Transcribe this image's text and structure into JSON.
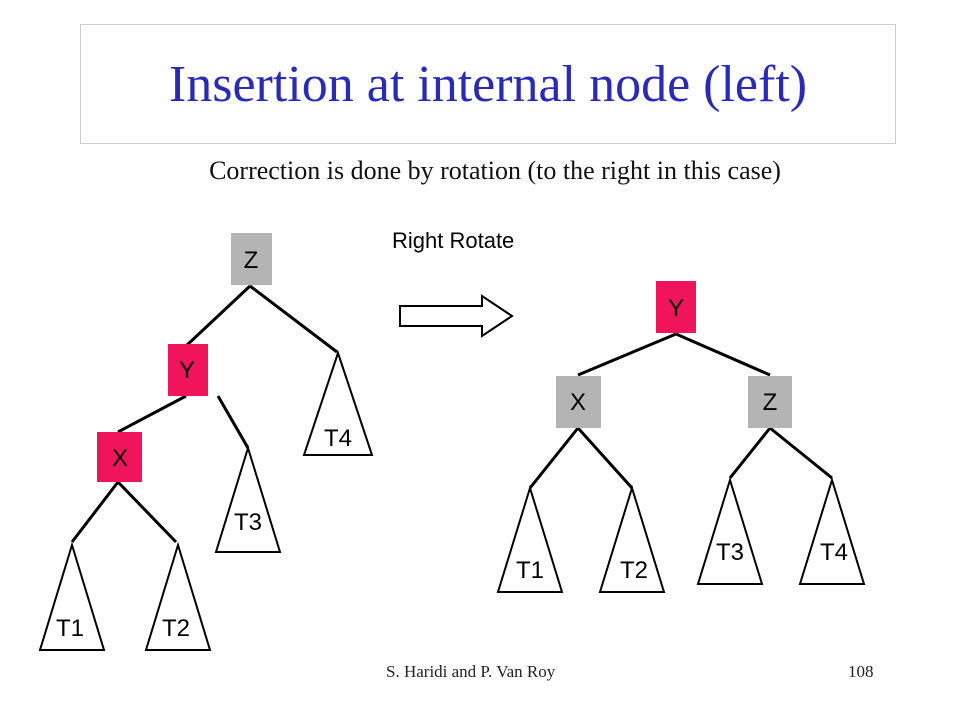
{
  "slide": {
    "title": "Insertion at internal node (left)",
    "subtitle": "Correction is done by rotation (to the right in this case)"
  },
  "operation": {
    "label": "Right Rotate"
  },
  "colors": {
    "highlight_node": "#f0145a",
    "plain_node": "#b4b4b4",
    "title": "#2a2ab8"
  },
  "before_tree": {
    "nodes": {
      "z": "Z",
      "y": "Y",
      "x": "X"
    },
    "subtrees": {
      "t1": "T1",
      "t2": "T2",
      "t3": "T3",
      "t4": "T4"
    }
  },
  "after_tree": {
    "nodes": {
      "y": "Y",
      "x": "X",
      "z": "Z"
    },
    "subtrees": {
      "t1": "T1",
      "t2": "T2",
      "t3": "T3",
      "t4": "T4"
    }
  },
  "footer": {
    "credit": "S. Haridi and P. Van Roy",
    "page": "108"
  }
}
